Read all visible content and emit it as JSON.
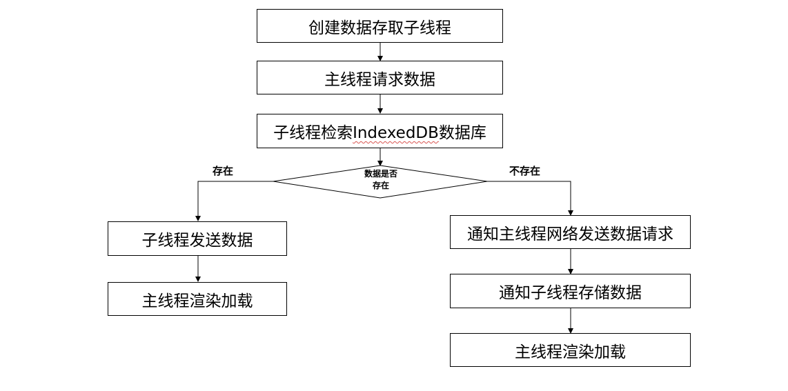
{
  "nodes": {
    "create_thread": "创建数据存取子线程",
    "main_request": "主线程请求数据",
    "search_prefix": "子线程检索",
    "search_db_name": "IndexedDB",
    "search_suffix": "数据库",
    "decision_line1": "数据是否",
    "decision_line2": "存在",
    "child_send": "子线程发送数据",
    "main_render_left": "主线程渲染加载",
    "notify_main_network": "通知主线程网络发送数据请求",
    "notify_child_store": "通知子线程存储数据",
    "main_render_right": "主线程渲染加载"
  },
  "edges": {
    "exists": "存在",
    "not_exists": "不存在"
  }
}
